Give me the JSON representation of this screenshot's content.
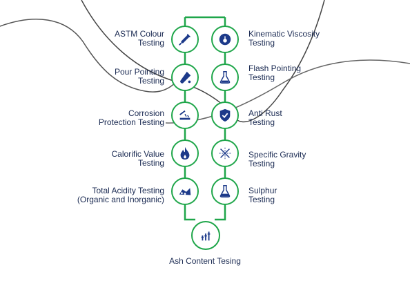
{
  "colors": {
    "accent": "#1fa64a",
    "icon": "#1d3a8a",
    "text": "#1a2a52",
    "curve": "#444444"
  },
  "left_items": [
    {
      "label": "ASTM Colour\nTesting",
      "icon": "dropper-icon"
    },
    {
      "label": "Pour Pointing\nTesting",
      "icon": "test-tube-icon"
    },
    {
      "label": "Corrosion\nProtection Testing",
      "icon": "corrosion-icon"
    },
    {
      "label": "Calorific Value\nTesting",
      "icon": "flame-icon"
    },
    {
      "label": "Total Acidity Testing\n(Organic and Inorganic)",
      "icon": "acid-icon"
    }
  ],
  "right_items": [
    {
      "label": "Kinematic Viscosity\nTesting",
      "icon": "gauge-icon"
    },
    {
      "label": "Flash Pointing\nTesting",
      "icon": "flask-icon"
    },
    {
      "label": "Anti Rust\nTesting",
      "icon": "shield-check-icon"
    },
    {
      "label": "Specific Gravity\nTesting",
      "icon": "gravity-icon"
    },
    {
      "label": "Sulphur\nTesting",
      "icon": "beaker-icon"
    }
  ],
  "bottom_item": {
    "label": "Ash Content Tesing",
    "icon": "bars-icon"
  }
}
